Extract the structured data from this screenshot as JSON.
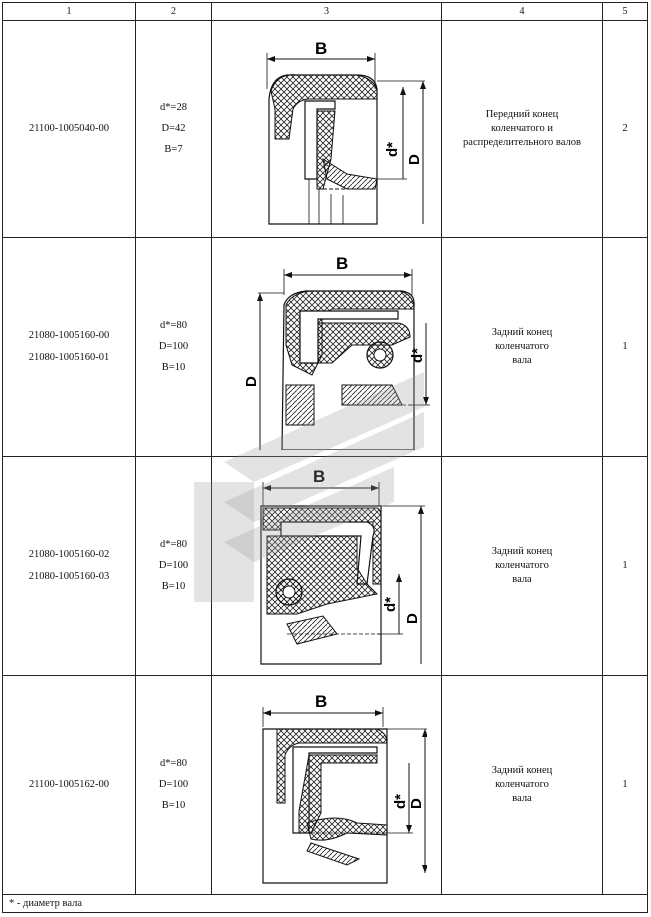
{
  "header": {
    "col1": "1",
    "col2": "2",
    "col3": "3",
    "col4": "4",
    "col5": "5"
  },
  "rows": [
    {
      "numbers": [
        "21100-1005040-00"
      ],
      "params": [
        "d*=28",
        "D=42",
        "B=7"
      ],
      "description": [
        "Передний конец",
        "коленчатого и",
        "распределительного валов"
      ],
      "qty": "2",
      "drawing_labels": {
        "B": "B",
        "d": "d*",
        "D": "D"
      }
    },
    {
      "numbers": [
        "21080-1005160-00",
        "21080-1005160-01"
      ],
      "params": [
        "d*=80",
        "D=100",
        "B=10"
      ],
      "description": [
        "Задний конец",
        "коленчатого",
        "вала"
      ],
      "qty": "1",
      "drawing_labels": {
        "B": "B",
        "d": "d*",
        "D": "D"
      }
    },
    {
      "numbers": [
        "21080-1005160-02",
        "21080-1005160-03"
      ],
      "params": [
        "d*=80",
        "D=100",
        "B=10"
      ],
      "description": [
        "Задний конец",
        "коленчатого",
        "вала"
      ],
      "qty": "1",
      "drawing_labels": {
        "B": "B",
        "d": "d*",
        "D": "D"
      }
    },
    {
      "numbers": [
        "21100-1005162-00"
      ],
      "params": [
        "d*=80",
        "D=100",
        "B=10"
      ],
      "description": [
        "Задний конец",
        "коленчатого",
        "вала"
      ],
      "qty": "1",
      "drawing_labels": {
        "B": "B",
        "d": "d*",
        "D": "D"
      }
    }
  ],
  "footnote": "* - диаметр вала"
}
